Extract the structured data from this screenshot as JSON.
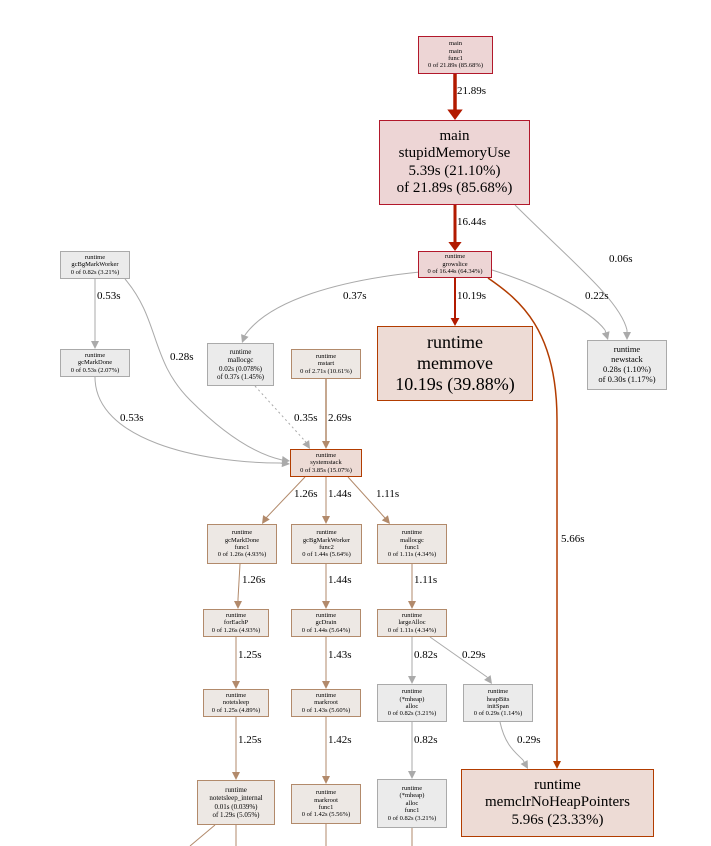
{
  "colors": {
    "hot_stroke": "#b21a00",
    "hot_fill": "#edd5d5",
    "hot_border": "#b2182b",
    "warm_stroke": "#b23c00",
    "warm_fill": "#eddbd5",
    "mild_stroke": "#b28a6b",
    "mild_fill": "#ede8e4",
    "cool_stroke": "#aaaaaa",
    "cool_fill": "#ebebeb"
  },
  "nodes": {
    "main_func1": {
      "lines": [
        "main",
        "main",
        "func1",
        "0 of 21.89s (85.68%)"
      ]
    },
    "stupid_memory_use": {
      "lines": [
        "main",
        "stupidMemoryUse",
        "5.39s (21.10%)",
        "of 21.89s (85.68%)"
      ]
    },
    "growslice": {
      "lines": [
        "runtime",
        "growslice",
        "0 of 16.44s (64.34%)"
      ]
    },
    "memmove": {
      "lines": [
        "runtime",
        "memmove",
        "10.19s (39.88%)"
      ]
    },
    "newstack": {
      "lines": [
        "runtime",
        "newstack",
        "0.28s (1.10%)",
        "of 0.30s (1.17%)"
      ]
    },
    "gc_bg_mark_worker": {
      "lines": [
        "runtime",
        "gcBgMarkWorker",
        "0 of 0.82s (3.21%)"
      ]
    },
    "gc_mark_done": {
      "lines": [
        "runtime",
        "gcMarkDone",
        "0 of 0.53s (2.07%)"
      ]
    },
    "mallocgc": {
      "lines": [
        "runtime",
        "mallocgc",
        "0.02s (0.078%)",
        "of 0.37s (1.45%)"
      ]
    },
    "mstart": {
      "lines": [
        "runtime",
        "mstart",
        "0 of 2.71s (10.61%)"
      ]
    },
    "systemstack": {
      "lines": [
        "runtime",
        "systemstack",
        "0 of 3.85s (15.07%)"
      ]
    },
    "gc_mark_done_func1": {
      "lines": [
        "runtime",
        "gcMarkDone",
        "func1",
        "0 of 1.26s (4.93%)"
      ]
    },
    "gc_bg_mark_worker_func2": {
      "lines": [
        "runtime",
        "gcBgMarkWorker",
        "func2",
        "0 of 1.44s (5.64%)"
      ]
    },
    "mallocgc_func1": {
      "lines": [
        "runtime",
        "mallocgc",
        "func1",
        "0 of 1.11s (4.34%)"
      ]
    },
    "for_each_p": {
      "lines": [
        "runtime",
        "forEachP",
        "0 of 1.26s (4.93%)"
      ]
    },
    "gc_drain": {
      "lines": [
        "runtime",
        "gcDrain",
        "0 of 1.44s (5.64%)"
      ]
    },
    "large_alloc": {
      "lines": [
        "runtime",
        "largeAlloc",
        "0 of 1.11s (4.34%)"
      ]
    },
    "notetsleep": {
      "lines": [
        "runtime",
        "notetsleep",
        "0 of 1.25s (4.89%)"
      ]
    },
    "markroot": {
      "lines": [
        "runtime",
        "markroot",
        "0 of 1.43s (5.60%)"
      ]
    },
    "mheap_alloc": {
      "lines": [
        "runtime",
        "(*mheap)",
        "alloc",
        "0 of 0.82s (3.21%)"
      ]
    },
    "heap_bits_init_span": {
      "lines": [
        "runtime",
        "heapBits",
        "initSpan",
        "0 of 0.29s (1.14%)"
      ]
    },
    "notetsleep_internal": {
      "lines": [
        "runtime",
        "notetsleep_internal",
        "0.01s (0.039%)",
        "of 1.29s (5.05%)"
      ]
    },
    "markroot_func1": {
      "lines": [
        "runtime",
        "markroot",
        "func1",
        "0 of 1.42s (5.56%)"
      ]
    },
    "mheap_alloc_func1": {
      "lines": [
        "runtime",
        "(*mheap)",
        "alloc",
        "func1",
        "0 of 0.82s (3.21%)"
      ]
    },
    "memclr_no_heap_pointers": {
      "lines": [
        "runtime",
        "memclrNoHeapPointers",
        "5.96s (23.33%)"
      ]
    }
  },
  "edges": [
    {
      "from": "main_func1",
      "to": "stupid_memory_use",
      "label": "21.89s"
    },
    {
      "from": "stupid_memory_use",
      "to": "growslice",
      "label": "16.44s"
    },
    {
      "from": "stupid_memory_use",
      "to": "newstack",
      "label": "0.06s"
    },
    {
      "from": "growslice",
      "to": "memmove",
      "label": "10.19s"
    },
    {
      "from": "growslice",
      "to": "mallocgc",
      "label": "0.37s"
    },
    {
      "from": "growslice",
      "to": "newstack",
      "label": "0.22s"
    },
    {
      "from": "growslice",
      "to": "memclr_no_heap_pointers",
      "label": "5.66s"
    },
    {
      "from": "gc_bg_mark_worker",
      "to": "gc_mark_done",
      "label": "0.53s"
    },
    {
      "from": "gc_bg_mark_worker",
      "to": "systemstack",
      "label": "0.28s"
    },
    {
      "from": "gc_mark_done",
      "to": "systemstack",
      "label": "0.53s"
    },
    {
      "from": "mallocgc",
      "to": "systemstack",
      "label": "0.35s"
    },
    {
      "from": "mstart",
      "to": "systemstack",
      "label": "2.69s"
    },
    {
      "from": "systemstack",
      "to": "gc_mark_done_func1",
      "label": "1.26s"
    },
    {
      "from": "systemstack",
      "to": "gc_bg_mark_worker_func2",
      "label": "1.44s"
    },
    {
      "from": "systemstack",
      "to": "mallocgc_func1",
      "label": "1.11s"
    },
    {
      "from": "gc_mark_done_func1",
      "to": "for_each_p",
      "label": "1.26s"
    },
    {
      "from": "gc_bg_mark_worker_func2",
      "to": "gc_drain",
      "label": "1.44s"
    },
    {
      "from": "mallocgc_func1",
      "to": "large_alloc",
      "label": "1.11s"
    },
    {
      "from": "for_each_p",
      "to": "notetsleep",
      "label": "1.25s"
    },
    {
      "from": "gc_drain",
      "to": "markroot",
      "label": "1.43s"
    },
    {
      "from": "large_alloc",
      "to": "mheap_alloc",
      "label": "0.82s"
    },
    {
      "from": "large_alloc",
      "to": "heap_bits_init_span",
      "label": "0.29s"
    },
    {
      "from": "notetsleep",
      "to": "notetsleep_internal",
      "label": "1.25s"
    },
    {
      "from": "markroot",
      "to": "markroot_func1",
      "label": "1.42s"
    },
    {
      "from": "mheap_alloc",
      "to": "mheap_alloc_func1",
      "label": "0.82s"
    },
    {
      "from": "heap_bits_init_span",
      "to": "memclr_no_heap_pointers",
      "label": "0.29s"
    }
  ]
}
